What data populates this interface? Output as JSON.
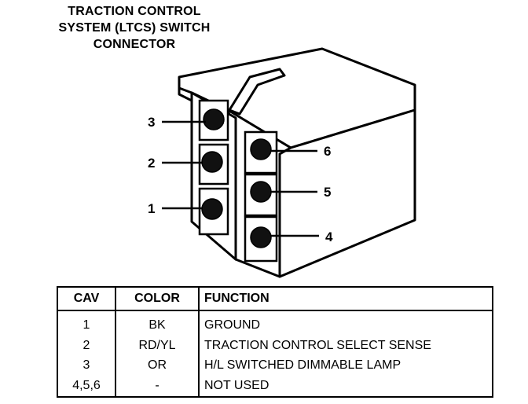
{
  "title": {
    "line1": "TRACTION CONTROL",
    "line2": "SYSTEM (LTCS) SWITCH",
    "line3": "CONNECTOR"
  },
  "callouts": {
    "c1": "1",
    "c2": "2",
    "c3": "3",
    "c4": "4",
    "c5": "5",
    "c6": "6"
  },
  "table": {
    "headers": {
      "cav": "CAV",
      "color": "COLOR",
      "function": "FUNCTION"
    },
    "rows": [
      {
        "cav": "1",
        "color": "BK",
        "function": "GROUND"
      },
      {
        "cav": "2",
        "color": "RD/YL",
        "function": "TRACTION CONTROL SELECT SENSE"
      },
      {
        "cav": "3",
        "color": "OR",
        "function": "H/L SWITCHED DIMMABLE LAMP"
      },
      {
        "cav": "4,5,6",
        "color": "-",
        "function": "NOT USED"
      }
    ]
  }
}
